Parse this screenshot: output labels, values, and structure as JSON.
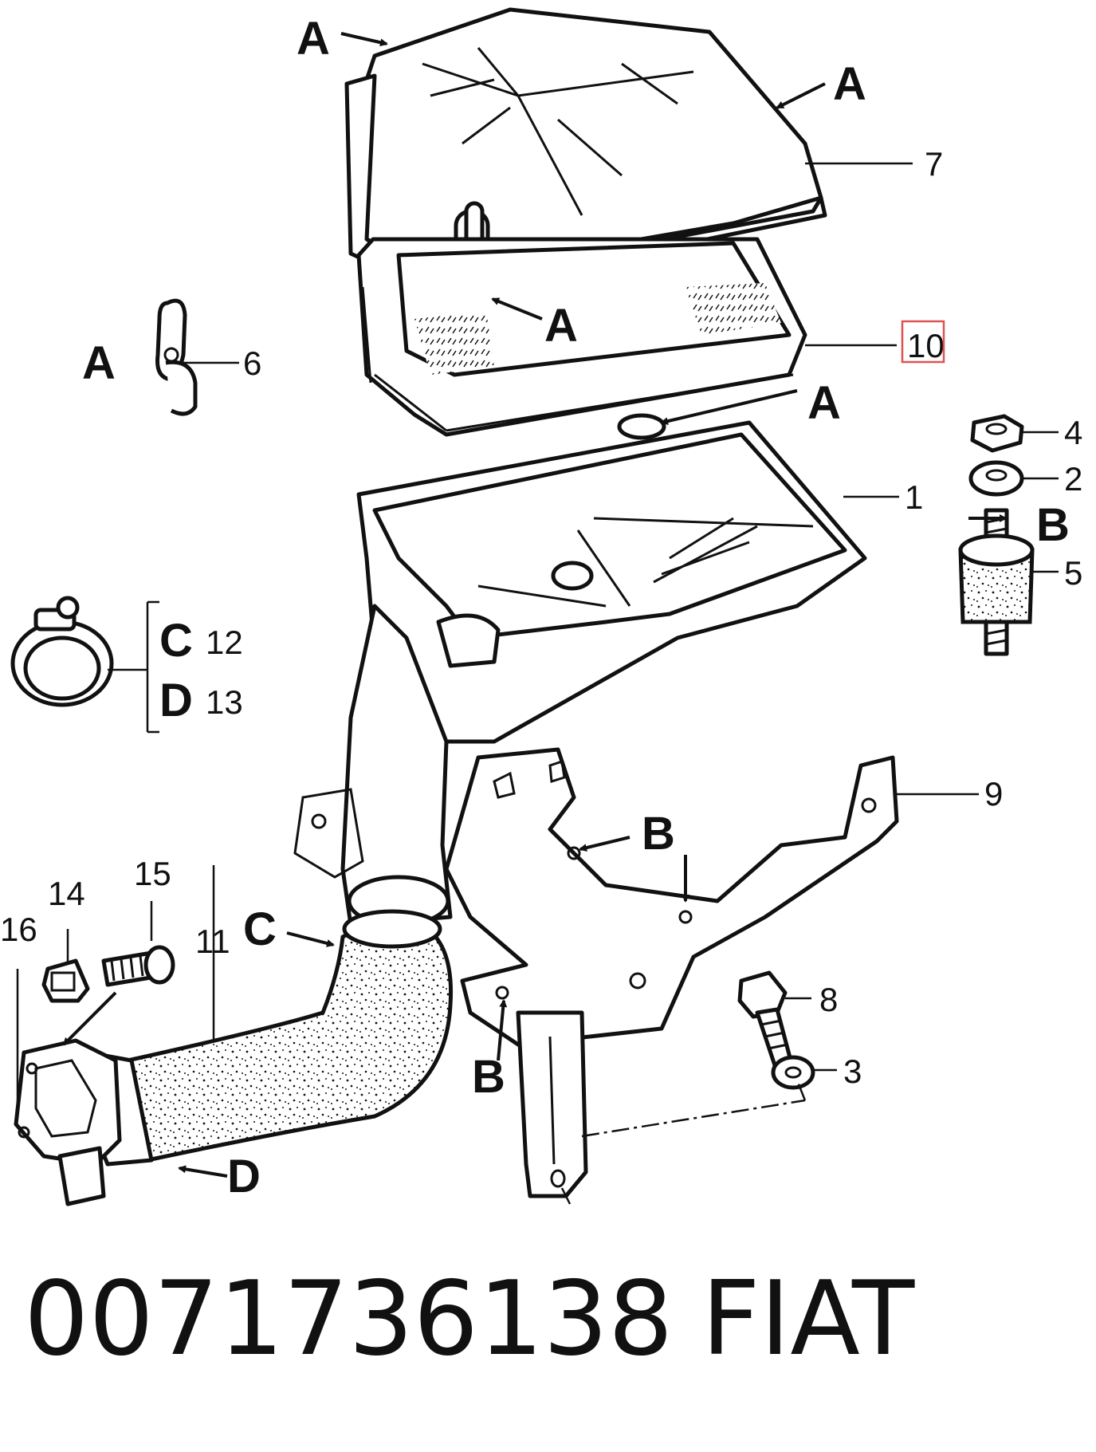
{
  "parts": [
    {
      "id": "p1",
      "label": "1"
    },
    {
      "id": "p2",
      "label": "2"
    },
    {
      "id": "p3",
      "label": "3"
    },
    {
      "id": "p4",
      "label": "4"
    },
    {
      "id": "p5",
      "label": "5"
    },
    {
      "id": "p6",
      "label": "6"
    },
    {
      "id": "p7",
      "label": "7"
    },
    {
      "id": "p8",
      "label": "8"
    },
    {
      "id": "p9",
      "label": "9"
    },
    {
      "id": "p10",
      "label": "10",
      "highlighted": true
    },
    {
      "id": "p11",
      "label": "11"
    },
    {
      "id": "p12",
      "label": "12"
    },
    {
      "id": "p13",
      "label": "13"
    },
    {
      "id": "p14",
      "label": "14"
    },
    {
      "id": "p15",
      "label": "15"
    },
    {
      "id": "p16",
      "label": "16"
    }
  ],
  "reference_letters": {
    "a": "A",
    "b": "B",
    "c": "C",
    "d": "D"
  },
  "footer": {
    "part_number": "0071736138",
    "brand": "FIAT"
  },
  "colors": {
    "line": "#111111",
    "highlight_box": "#e05252",
    "background": "#ffffff"
  }
}
